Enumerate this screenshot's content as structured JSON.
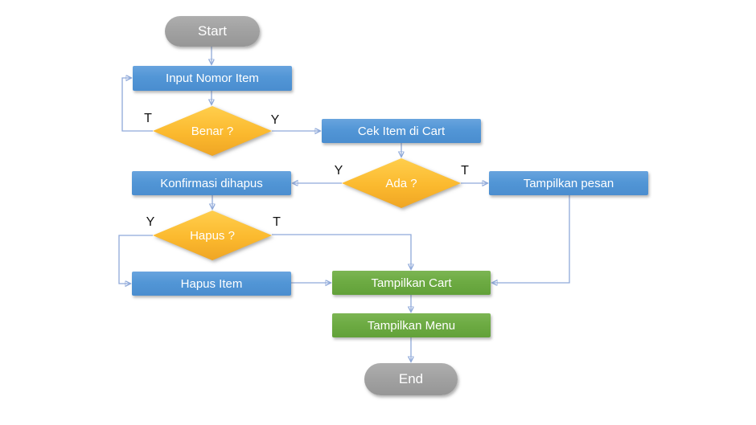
{
  "flowchart": {
    "nodes": [
      {
        "id": "start",
        "type": "terminator",
        "label": "Start"
      },
      {
        "id": "input-nomor-item",
        "type": "process",
        "label": "Input Nomor Item"
      },
      {
        "id": "benar",
        "type": "decision",
        "label": "Benar ?"
      },
      {
        "id": "cek-item-di-cart",
        "type": "process",
        "label": "Cek Item di Cart"
      },
      {
        "id": "ada",
        "type": "decision",
        "label": "Ada ?"
      },
      {
        "id": "konfirmasi-dihapus",
        "type": "process",
        "label": "Konfirmasi dihapus"
      },
      {
        "id": "tampilkan-pesan",
        "type": "process",
        "label": "Tampilkan pesan"
      },
      {
        "id": "hapus",
        "type": "decision",
        "label": "Hapus ?"
      },
      {
        "id": "hapus-item",
        "type": "process",
        "label": "Hapus Item"
      },
      {
        "id": "tampilkan-cart",
        "type": "result",
        "label": "Tampilkan Cart"
      },
      {
        "id": "tampilkan-menu",
        "type": "result",
        "label": "Tampilkan Menu"
      },
      {
        "id": "end",
        "type": "terminator",
        "label": "End"
      }
    ],
    "edge_labels": {
      "benar_no": "T",
      "benar_yes": "Y",
      "ada_yes": "Y",
      "ada_no": "T",
      "hapus_yes": "Y",
      "hapus_no": "T"
    },
    "colors": {
      "process_fill": "#5B9BD5",
      "result_fill": "#70AD47",
      "decision_fill": "#FFC000",
      "terminator_fill": "#A6A6A6",
      "connector_line": "#8FA9D9",
      "arrowhead": "#3E6AB5",
      "node_text": "#FFFFFF",
      "edge_label_text": "#141414"
    }
  }
}
